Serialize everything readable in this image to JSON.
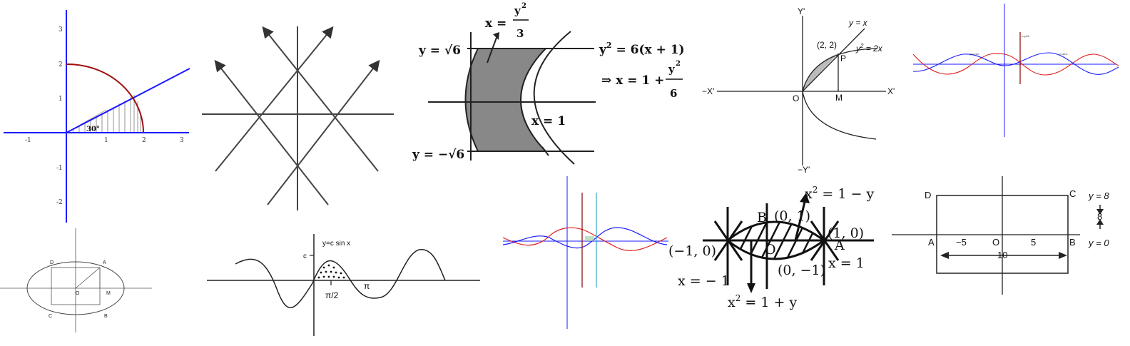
{
  "p1": {
    "ticks_x": [
      "-1",
      "1",
      "2",
      "3"
    ],
    "ticks_y": [
      "3",
      "2",
      "1",
      "-1",
      "-2"
    ],
    "angle": "30°"
  },
  "p3": {
    "top_eq_lhs": "x =",
    "top_eq_num": "y",
    "top_eq_num_exp": "2",
    "top_eq_den": "3",
    "left_top": "y = √6",
    "left_bot": "y = −√6",
    "eq1": "y",
    "eq1_exp": "2",
    "eq1_rest": " = 6(x + 1)",
    "eq2_lhs": "⇒ x = 1 +",
    "eq2_num": "y",
    "eq2_num_exp": "2",
    "eq2_den": "6",
    "x1": "x = 1"
  },
  "p4": {
    "y_top": "Y'",
    "y_bot": "−Y'",
    "x_left": "−X'",
    "x_right": "X'",
    "o": "O",
    "m": "M",
    "p": "P",
    "pt": "(2, 2)",
    "line": "y = x",
    "curve": "y",
    "curve_exp": "2",
    "curve_rest": " = 2x"
  },
  "p5": {
    "cos": "y=cosx",
    "sin": "y=sinx",
    "vline": "x=pi/4"
  },
  "p6": {
    "labels": [
      "D",
      "A",
      "O",
      "M",
      "C",
      "B"
    ]
  },
  "p7": {
    "curve": "y=c sin x",
    "c": "c",
    "half": "π/2",
    "pi": "π"
  },
  "p9": {
    "eq_top": "x",
    "eq_top_exp": "2",
    "eq_top_rest": " = 1 − y",
    "eq_bot": "x",
    "eq_bot_exp": "2",
    "eq_bot_rest": " = 1 + y",
    "b": "B",
    "o": "O",
    "a": "A",
    "p01": "(0, 1)",
    "p10": "(1, 0)",
    "pm10": "(−1, 0)",
    "p0m1": "(0, −1)",
    "xm1": "x = − 1",
    "x1": "x = 1"
  },
  "p10": {
    "d": "D",
    "c": "C",
    "a": "A",
    "o": "O",
    "b": "B",
    "m5": "−5",
    "five": "5",
    "ten": "10",
    "y8": "y = 8",
    "eight": "8",
    "y0": "y = 0"
  }
}
